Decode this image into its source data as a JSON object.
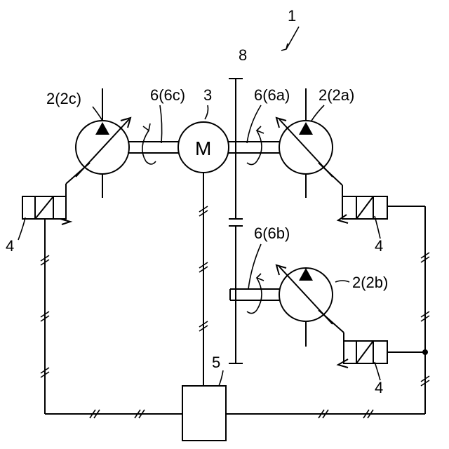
{
  "labels": {
    "system": "1",
    "shaft_end": "8",
    "pump_c": "2(2c)",
    "coupling_c": "6(6c)",
    "motor_ref": "3",
    "motor_symbol": "M",
    "coupling_a": "6(6a)",
    "pump_a": "2(2a)",
    "coupling_b": "6(6b)",
    "pump_b": "2(2b)",
    "actuator_left": "4",
    "actuator_right_top": "4",
    "actuator_right_bottom": "4",
    "controller": "5"
  }
}
